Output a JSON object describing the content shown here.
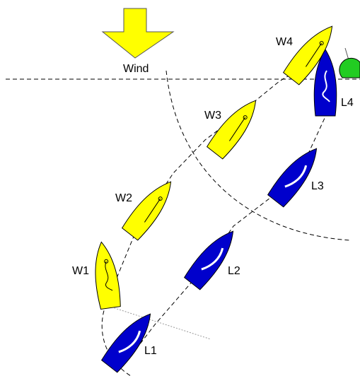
{
  "wind": {
    "label": "Wind",
    "arrow_color": "#ffff00"
  },
  "colors": {
    "windward_boat": "#ffff00",
    "leeward_boat": "#0000cc",
    "mark": "#22cc22",
    "outline": "#000000",
    "sail_windward": "#ffffff",
    "sail_leeward": "#ffffff"
  },
  "boats": {
    "W1": {
      "label": "W1",
      "team": "windward"
    },
    "W2": {
      "label": "W2",
      "team": "windward"
    },
    "W3": {
      "label": "W3",
      "team": "windward"
    },
    "W4": {
      "label": "W4",
      "team": "windward"
    },
    "L1": {
      "label": "L1",
      "team": "leeward"
    },
    "L2": {
      "label": "L2",
      "team": "leeward"
    },
    "L3": {
      "label": "L3",
      "team": "leeward"
    },
    "L4": {
      "label": "L4",
      "team": "leeward"
    }
  },
  "icons": {
    "wind": "wind-arrow-icon",
    "mark": "mark-buoy-icon"
  }
}
